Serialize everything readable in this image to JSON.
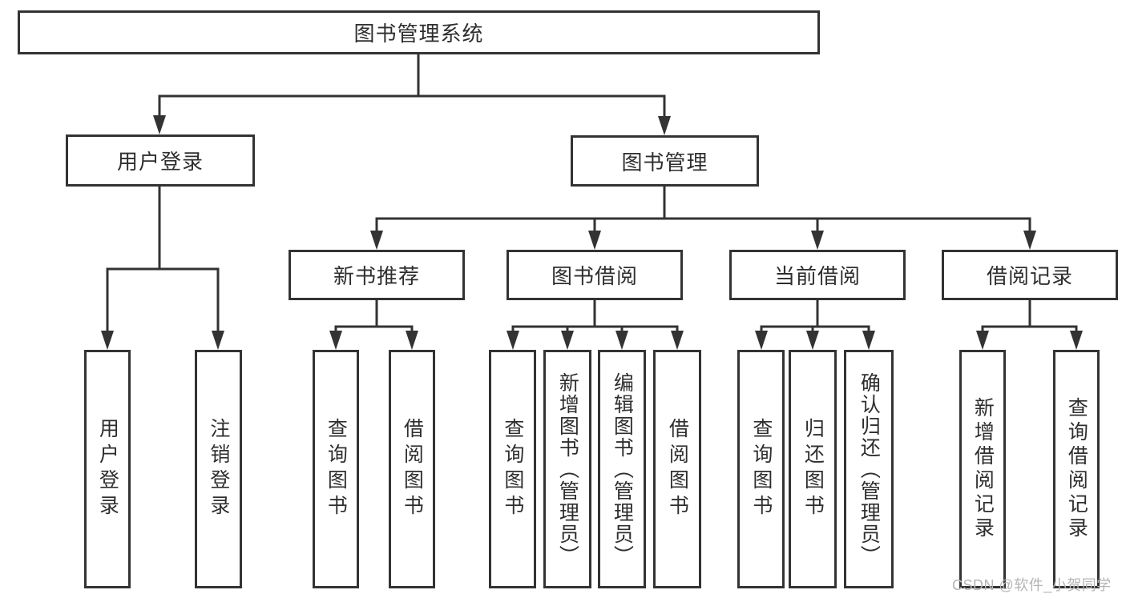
{
  "diagram": {
    "nodes": {
      "root": "图书管理系统",
      "user_login": "用户登录",
      "book_management": "图书管理",
      "new_book_recommend": "新书推荐",
      "book_borrow": "图书借阅",
      "current_borrow": "当前借阅",
      "borrow_records": "借阅记录",
      "leaf_user_login": "用户登录",
      "leaf_logout": "注销登录",
      "leaf_query_book_1": "查询图书",
      "leaf_borrow_book_1": "借阅图书",
      "leaf_query_book_2": "查询图书",
      "leaf_add_book_admin": "新增图书（管理员）",
      "leaf_edit_book_admin": "编辑图书（管理员）",
      "leaf_borrow_book_2": "借阅图书",
      "leaf_query_book_3": "查询图书",
      "leaf_return_book": "归还图书",
      "leaf_confirm_return_admin": "确认归还（管理员）",
      "leaf_add_borrow_record": "新增借阅记录",
      "leaf_query_borrow_record": "查询借阅记录"
    },
    "colors": {
      "line": "#333333",
      "text": "#2e2e2e",
      "background": "#ffffff",
      "watermark": "#b5b5b5"
    }
  },
  "watermark": "CSDN @软件_小贺同学"
}
